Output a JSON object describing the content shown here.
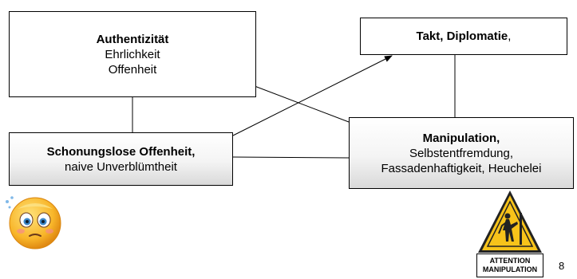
{
  "boxes": {
    "authentizitaet": {
      "title": "Authentizität",
      "lines": [
        "Ehrlichkeit",
        "Offenheit"
      ]
    },
    "takt": {
      "title": "Takt, Diplomatie",
      "suffix": ","
    },
    "schonungslos": {
      "title": "Schonungslose Offenheit,",
      "lines": [
        "naive Unverblümtheit"
      ]
    },
    "manipulation": {
      "title": "Manipulation,",
      "lines": [
        "Selbstentfremdung,",
        "Fassadenhaftigkeit, Heuchelei"
      ]
    }
  },
  "warning_sign": {
    "label_line1": "ATTENTION",
    "label_line2": "MANIPULATION",
    "icon": "warning-triangle-icon",
    "color": "#f7c31a"
  },
  "smiley": {
    "icon": "sweating-smiley-icon",
    "color": "#f6a623"
  },
  "page_number": "8"
}
